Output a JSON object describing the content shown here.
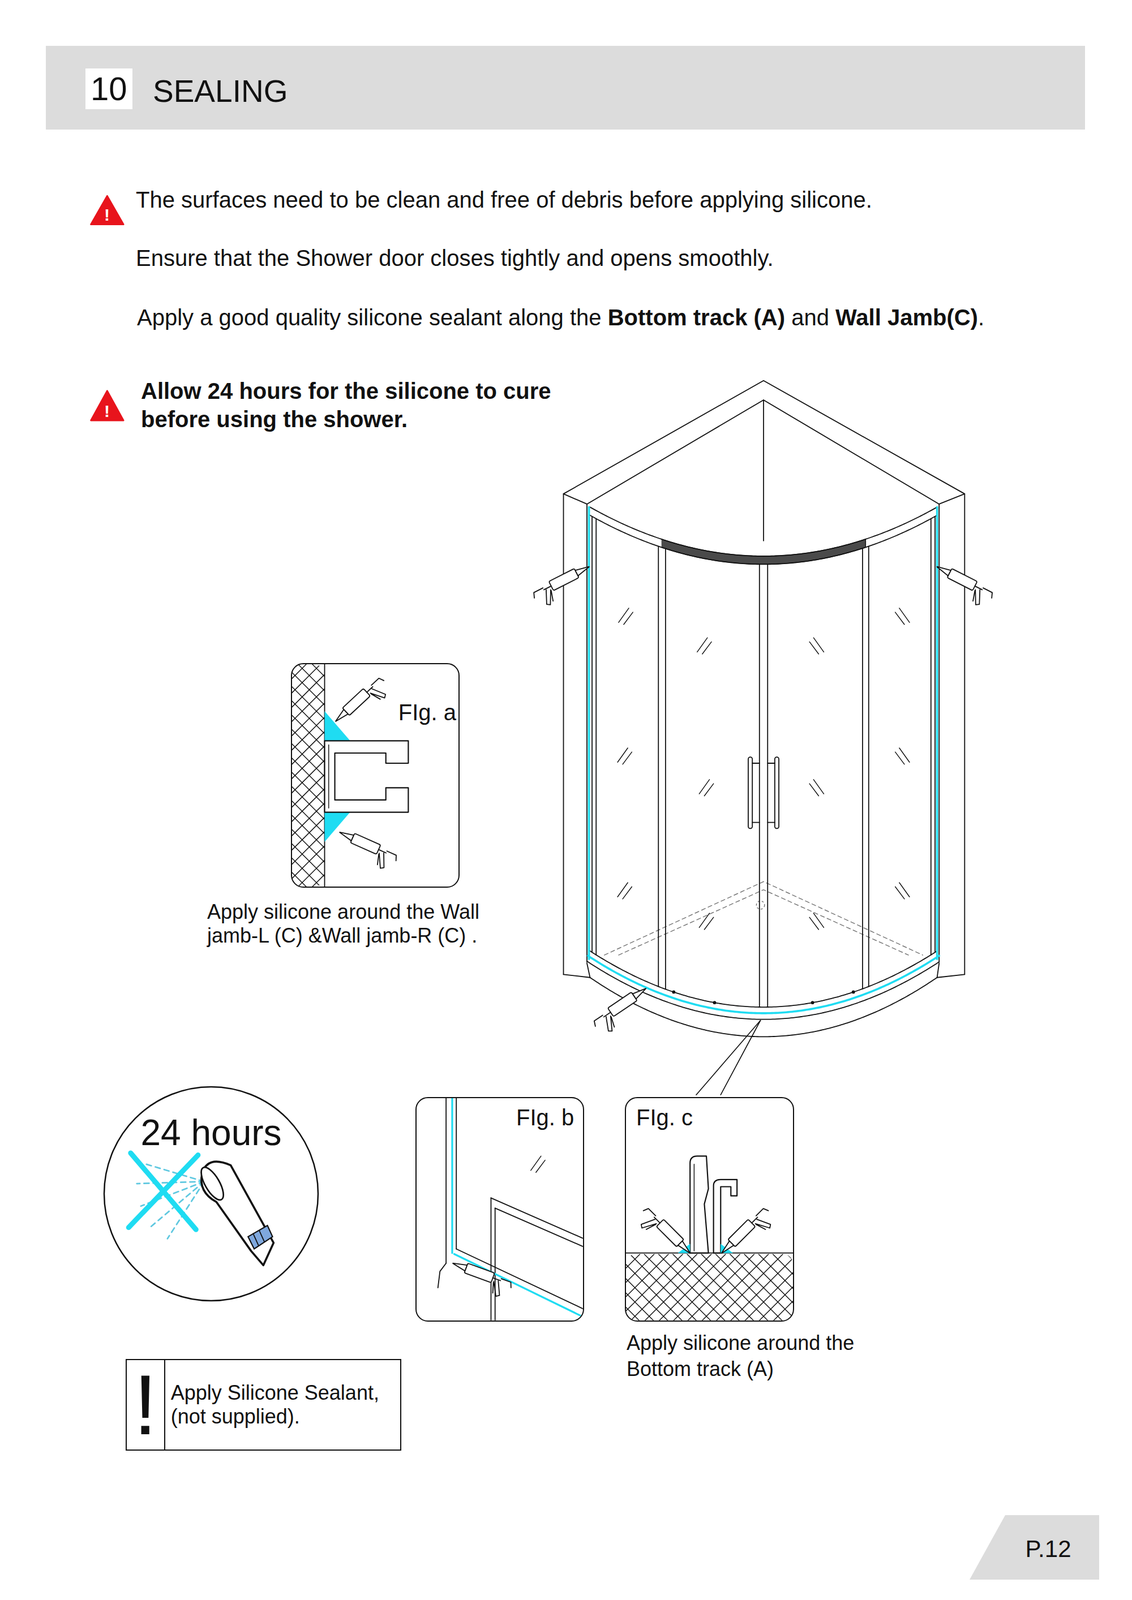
{
  "diagram": {
    "nodes": [
      {
        "text": [
          "SEALING"
        ]
      },
      {
        "text": [
          "10"
        ],
        "in": 0
      },
      {
        "text": [
          "FIg. a"
        ]
      },
      {
        "text": [
          "24 hours"
        ]
      },
      {
        "text": [
          "FIg. b"
        ]
      },
      {
        "text": [
          "FIg. c"
        ]
      },
      {
        "text": [
          "!",
          "Apply Silicone Sealant,(not supplied)."
        ]
      },
      {
        "text": [
          "P.12"
        ]
      }
    ],
    "labels": [
      "!",
      "The surfaces need to be clean and free of debris before applying silicone.",
      "Ensure that the Shower door closes tightly and opens smoothly.",
      "Apply a good quality silicone sealant along the",
      "Bottom track (A)",
      "and",
      "Wall Jamb(C)",
      ".",
      "!",
      "Allow 24 hours for the silicone to cure before using the shower.",
      "Apply silicone around the Wall jamb-L (C) &Wall jamb-R (C) .",
      "Apply silicone around the Bottom track (A)"
    ]
  }
}
